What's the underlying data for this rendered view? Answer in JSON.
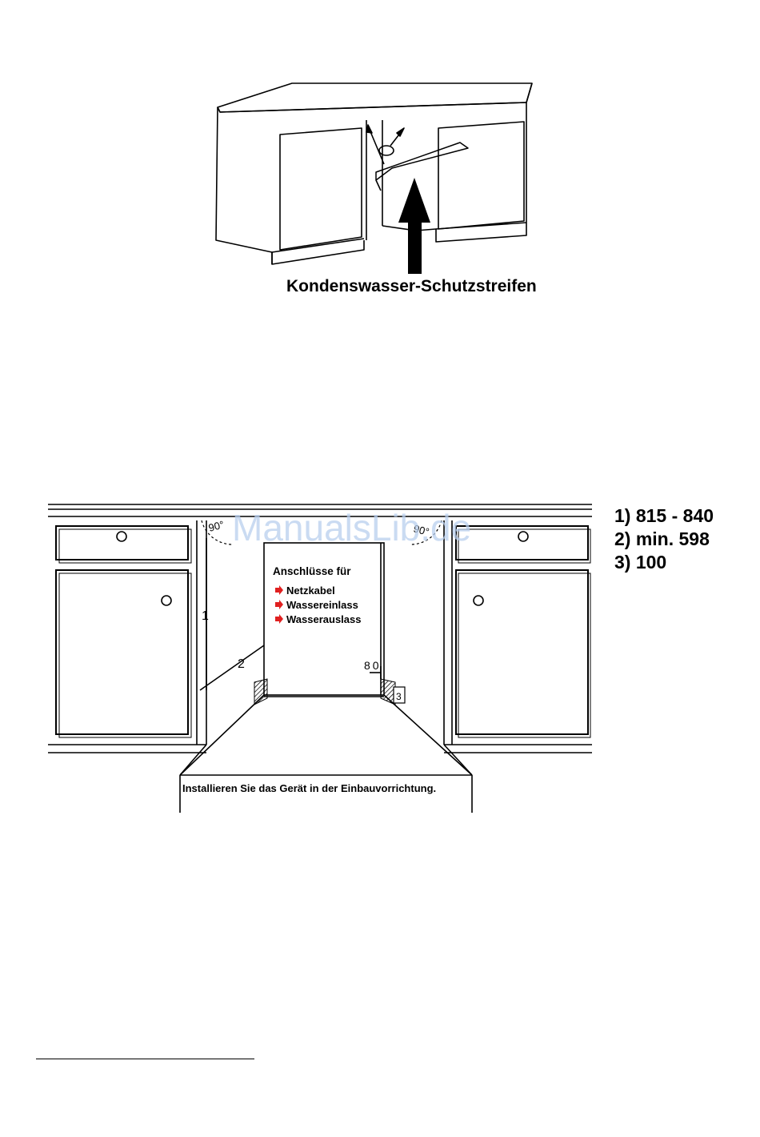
{
  "figure1": {
    "caption": "Kondenswasser-Schutzstreifen"
  },
  "figure2": {
    "watermark": "ManualsLib.de",
    "angle_left": "90°",
    "angle_right": "90°",
    "connections_title": "Anschlüsse für",
    "connections": [
      "Netzkabel",
      "Wassereinlass",
      "Wasserauslass"
    ],
    "dim_label_1": "1",
    "dim_label_2": "2",
    "dim_label_3": "3",
    "dim_80": "80",
    "instruction": "Installieren Sie das Gerät in der Einbauvorrichtung.",
    "specs": [
      "1) 815 - 840",
      "2) min. 598",
      "3) 100"
    ]
  },
  "colors": {
    "line": "#000000",
    "arrow_red": "#e02020",
    "watermark": "#b9cfee"
  }
}
